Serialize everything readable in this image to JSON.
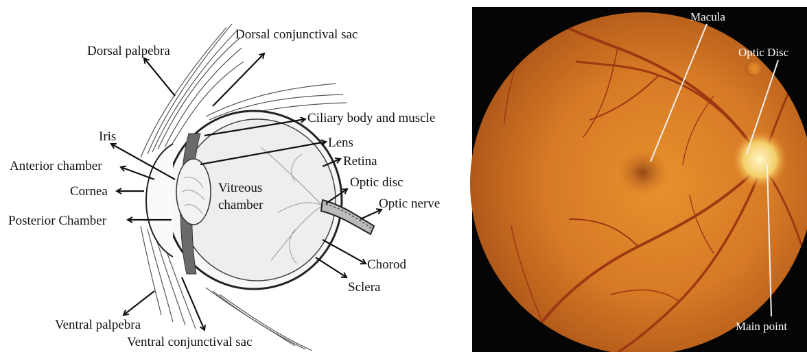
{
  "diagram": {
    "labels": {
      "dorsal_palpebra": "Dorsal palpebra",
      "dorsal_conjunctival_sac": "Dorsal conjunctival sac",
      "ciliary_body": "Ciliary body and muscle",
      "iris": "Iris",
      "lens": "Lens",
      "anterior_chamber": "Anterior chamber",
      "retina": "Retina",
      "cornea": "Cornea",
      "optic_disc": "Optic disc",
      "vitreous_line1": "Vitreous",
      "vitreous_line2": "chamber",
      "optic_nerve": "Optic nerve",
      "posterior_chamber": "Posterior Chamber",
      "chorod": "Chorod",
      "sclera": "Sclera",
      "ventral_palpebra": "Ventral palpebra",
      "ventral_conjunctival_sac": "Ventral conjunctival sac"
    }
  },
  "fundus": {
    "labels": {
      "macula": "Macula",
      "optic_disc": "Optic Disc",
      "main_point": "Main point"
    }
  }
}
